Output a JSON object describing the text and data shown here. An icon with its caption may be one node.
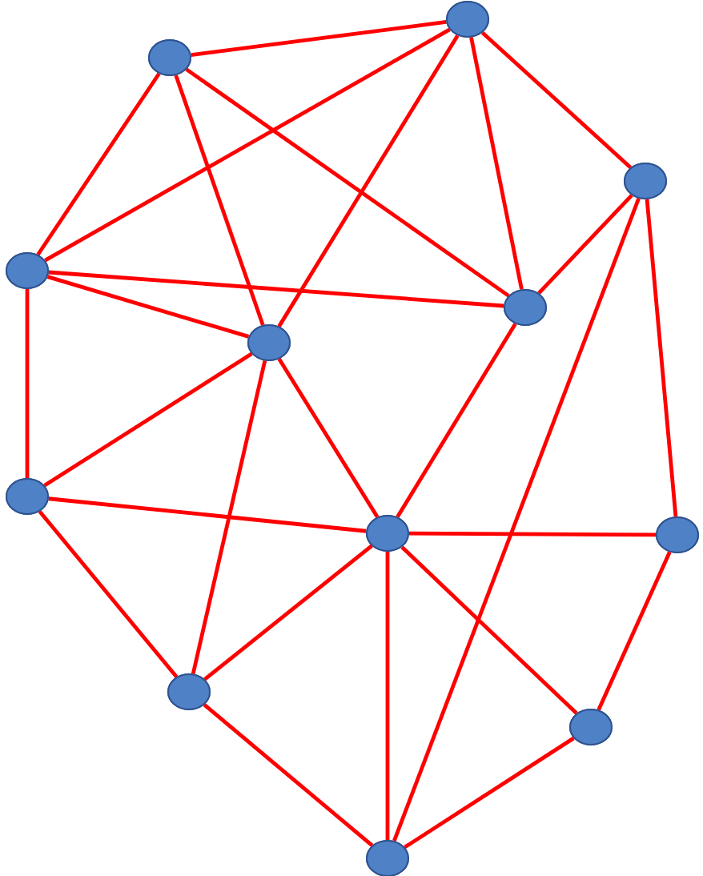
{
  "diagram": {
    "nodes": [
      {
        "text": [],
        "shape": "circle"
      },
      {
        "text": [],
        "shape": "circle"
      },
      {
        "text": [],
        "shape": "circle"
      },
      {
        "text": [],
        "shape": "circle"
      },
      {
        "text": [],
        "shape": "circle"
      },
      {
        "text": [],
        "shape": "circle"
      },
      {
        "text": [],
        "shape": "circle"
      },
      {
        "text": [],
        "shape": "circle"
      },
      {
        "text": [],
        "shape": "circle"
      },
      {
        "text": [],
        "shape": "circle"
      },
      {
        "text": [],
        "shape": "circle"
      },
      {
        "text": [],
        "shape": "circle"
      }
    ],
    "edges": [
      {
        "from": 1,
        "to": 0,
        "arrow": "none"
      },
      {
        "from": 1,
        "to": 3,
        "arrow": "none"
      },
      {
        "from": 1,
        "to": 5,
        "arrow": "none"
      },
      {
        "from": 1,
        "to": 4,
        "arrow": "none"
      },
      {
        "from": 0,
        "to": 3,
        "arrow": "none"
      },
      {
        "from": 0,
        "to": 5,
        "arrow": "none"
      },
      {
        "from": 0,
        "to": 4,
        "arrow": "none"
      },
      {
        "from": 0,
        "to": 2,
        "arrow": "none"
      },
      {
        "from": 2,
        "to": 4,
        "arrow": "none"
      },
      {
        "from": 2,
        "to": 8,
        "arrow": "none"
      },
      {
        "from": 2,
        "to": 11,
        "arrow": "none"
      },
      {
        "from": 3,
        "to": 4,
        "arrow": "none"
      },
      {
        "from": 3,
        "to": 5,
        "arrow": "none"
      },
      {
        "from": 3,
        "to": 6,
        "arrow": "none"
      },
      {
        "from": 5,
        "to": 6,
        "arrow": "none"
      },
      {
        "from": 5,
        "to": 7,
        "arrow": "none"
      },
      {
        "from": 5,
        "to": 9,
        "arrow": "none"
      },
      {
        "from": 4,
        "to": 7,
        "arrow": "none"
      },
      {
        "from": 6,
        "to": 7,
        "arrow": "none"
      },
      {
        "from": 6,
        "to": 9,
        "arrow": "none"
      },
      {
        "from": 7,
        "to": 8,
        "arrow": "none"
      },
      {
        "from": 7,
        "to": 9,
        "arrow": "none"
      },
      {
        "from": 7,
        "to": 10,
        "arrow": "none"
      },
      {
        "from": 7,
        "to": 11,
        "arrow": "none"
      },
      {
        "from": 8,
        "to": 10,
        "arrow": "none"
      },
      {
        "from": 9,
        "to": 11,
        "arrow": "none"
      },
      {
        "from": 10,
        "to": 11,
        "arrow": "none"
      }
    ]
  }
}
